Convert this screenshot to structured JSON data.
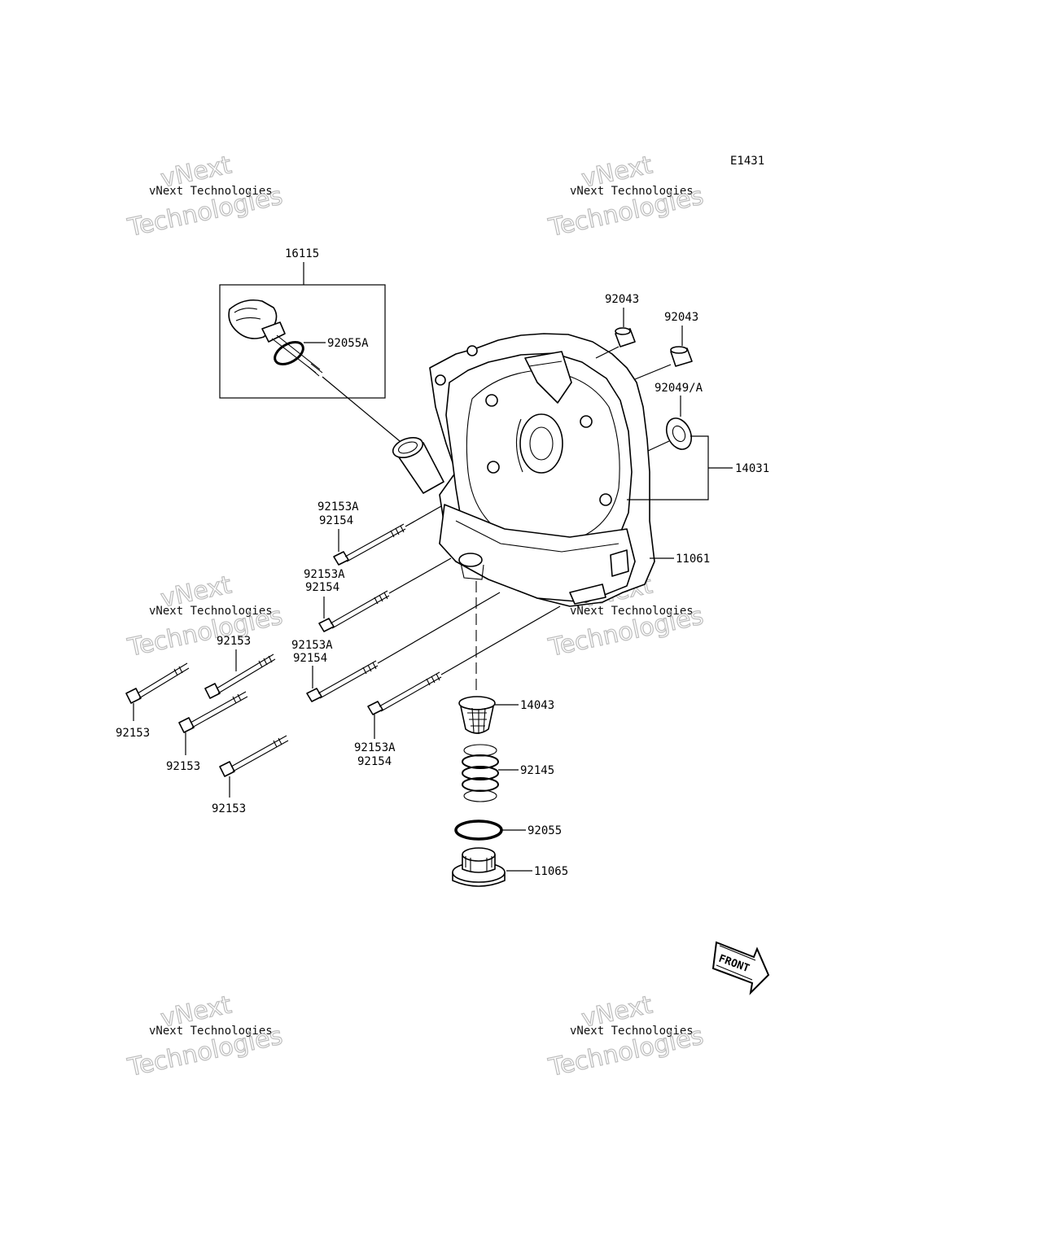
{
  "diagram_code": "E1431",
  "watermark": {
    "line1": "vNext Technologies",
    "big_word1": "vNext",
    "big_word2": "Technologies"
  },
  "front_label": "FRONT",
  "parts": {
    "oil_filler_cap": "16115",
    "o_ring_cap": "92055A",
    "dowel_pin_1": "92043",
    "dowel_pin_2": "92043",
    "oil_seal": "92049/A",
    "cover_assembly": "14031",
    "crankcase_cover": "11061",
    "bolt_a1_top": "92153A",
    "bolt_a1_bottom": "92154",
    "bolt_a2_top": "92153A",
    "bolt_a2_bottom": "92154",
    "bolt_a3_top": "92153A",
    "bolt_a3_bottom": "92154",
    "bolt_a4_top": "92153A",
    "bolt_a4_bottom": "92154",
    "bolt_left_top": "92153",
    "bolt_left_1": "92153",
    "bolt_left_2": "92153",
    "bolt_left_3": "92153",
    "oil_strainer": "14043",
    "spring": "92145",
    "o_ring_plug": "92055",
    "drain_plug": "11065"
  }
}
